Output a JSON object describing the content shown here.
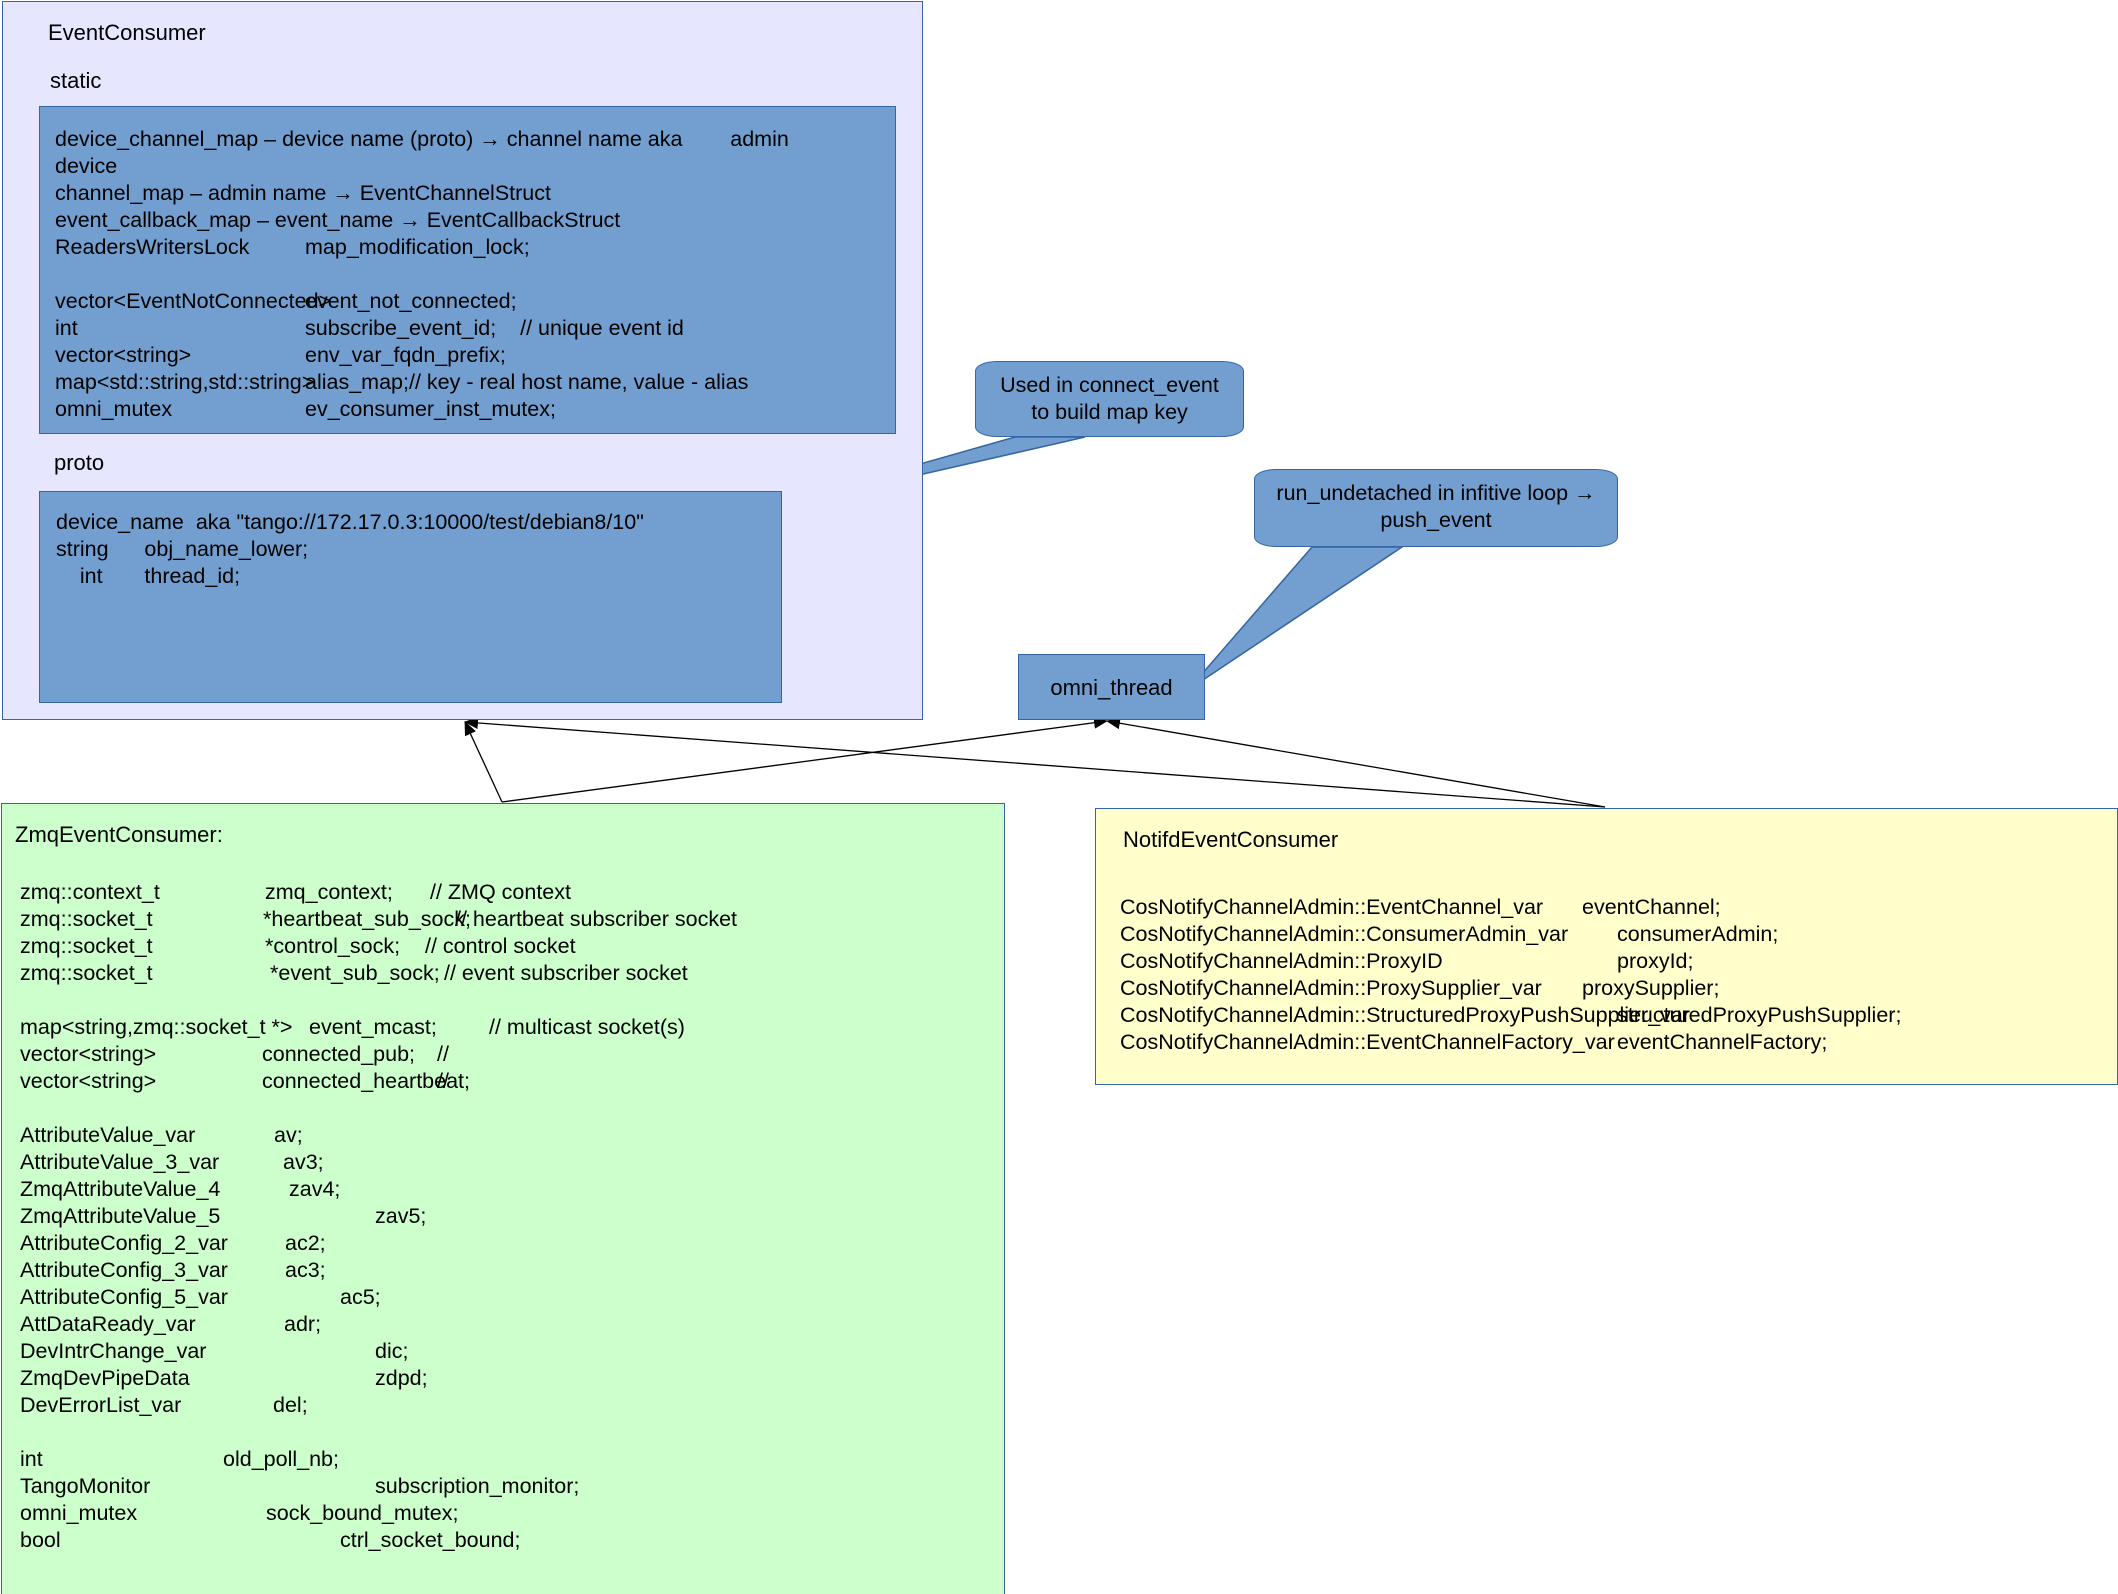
{
  "event_consumer": {
    "title": "EventConsumer",
    "static_label": "static",
    "static_lines": [
      {
        "a": "device_channel_map – device name (proto) → channel name aka        admin"
      },
      {
        "a": "device"
      },
      {
        "a": "channel_map – admin name → EventChannelStruct"
      },
      {
        "a": "event_callback_map – event_name → EventCallbackStruct"
      },
      {
        "a": "ReadersWritersLock",
        "b": "map_modification_lock;"
      },
      {
        "a": ""
      },
      {
        "a": "vector<EventNotConnected>",
        "b": "event_not_connected;"
      },
      {
        "a": "int",
        "b": "subscribe_event_id;    // unique event id"
      },
      {
        "a": "vector<string>",
        "b": "env_var_fqdn_prefix;"
      },
      {
        "a": "map<std::string,std::string>",
        "b": "alias_map;// key - real host name, value - alias"
      },
      {
        "a": "omni_mutex",
        "b": "ev_consumer_inst_mutex;"
      }
    ],
    "proto_label": "proto",
    "proto_lines": [
      {
        "a": "device_name  aka \"tango://172.17.0.3:10000/test/debian8/10\""
      },
      {
        "a": "string      obj_name_lower;"
      },
      {
        "a": "    int       thread_id;"
      }
    ]
  },
  "callouts": {
    "connect_event": [
      "Used in connect_event",
      "to build map key"
    ],
    "run_undetached": [
      "run_undetached in infitive loop →",
      "push_event"
    ]
  },
  "omni_thread": {
    "label": "omni_thread"
  },
  "zmq": {
    "title": "ZmqEventConsumer:",
    "lines": [
      {
        "a": "zmq::context_t",
        "b": "zmq_context;",
        "c": "// ZMQ context"
      },
      {
        "a": "zmq::socket_t",
        "b": "*heartbeat_sub_sock;",
        "c": "// heartbeat subscriber socket"
      },
      {
        "a": "zmq::socket_t",
        "b": "*control_sock;",
        "c": "// control socket"
      },
      {
        "a": "zmq::socket_t",
        "b": "*event_sub_sock;",
        "c": "// event subscriber socket"
      },
      {
        "a": ""
      },
      {
        "a": "map<string,zmq::socket_t *>",
        "b": "event_mcast;",
        "c": "// multicast socket(s)"
      },
      {
        "a": "vector<string>",
        "b": "connected_pub;",
        "c": "//"
      },
      {
        "a": "vector<string>",
        "b": "connected_heartbeat;",
        "c": "//"
      },
      {
        "a": ""
      },
      {
        "a": "AttributeValue_var",
        "b": "av;"
      },
      {
        "a": "AttributeValue_3_var",
        "b": "av3;"
      },
      {
        "a": "ZmqAttributeValue_4",
        "b": "zav4;"
      },
      {
        "a": "ZmqAttributeValue_5",
        "b": "zav5;"
      },
      {
        "a": "AttributeConfig_2_var",
        "b": "ac2;"
      },
      {
        "a": "AttributeConfig_3_var",
        "b": "ac3;"
      },
      {
        "a": "AttributeConfig_5_var",
        "b": "ac5;"
      },
      {
        "a": "AttDataReady_var",
        "b": "adr;"
      },
      {
        "a": "DevIntrChange_var",
        "b": "dic;"
      },
      {
        "a": "ZmqDevPipeData",
        "b": "zdpd;"
      },
      {
        "a": "DevErrorList_var",
        "b": "del;"
      },
      {
        "a": ""
      },
      {
        "a": "int",
        "b": "old_poll_nb;"
      },
      {
        "a": "TangoMonitor",
        "b": "subscription_monitor;"
      },
      {
        "a": "omni_mutex",
        "b": "sock_bound_mutex;"
      },
      {
        "a": "bool",
        "b": "ctrl_socket_bound;"
      }
    ]
  },
  "notifd": {
    "title": "NotifdEventConsumer",
    "lines": [
      {
        "a": "CosNotifyChannelAdmin::EventChannel_var",
        "b": "eventChannel;"
      },
      {
        "a": "CosNotifyChannelAdmin::ConsumerAdmin_var",
        "b": "consumerAdmin;"
      },
      {
        "a": "CosNotifyChannelAdmin::ProxyID",
        "b": "proxyId;"
      },
      {
        "a": "CosNotifyChannelAdmin::ProxySupplier_var",
        "b": "proxySupplier;"
      },
      {
        "a": "CosNotifyChannelAdmin::StructuredProxyPushSupplier_var",
        "b": "structuredProxyPushSupplier;"
      },
      {
        "a": "CosNotifyChannelAdmin::EventChannelFactory_var",
        "b": "eventChannelFactory;"
      }
    ]
  },
  "colors": {
    "event_consumer_bg": "#e6e6ff",
    "inner_box_bg": "#729fcf",
    "zmq_bg": "#ccffcc",
    "notifd_bg": "#ffffcc",
    "border": "#3465a4"
  }
}
